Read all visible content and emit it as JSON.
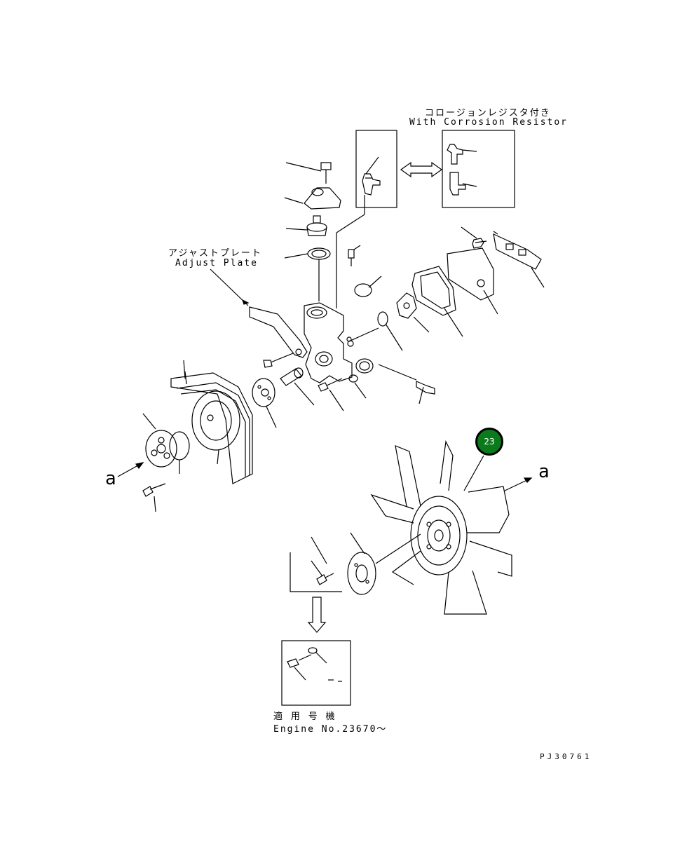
{
  "corrosion_resistor": {
    "jp": "コロージョンレジスタ付き",
    "en": "With Corrosion Resistor"
  },
  "adjust_plate": {
    "jp": "アジャストプレート",
    "en": "Adjust Plate"
  },
  "applicable": {
    "jp": "適 用 号 機",
    "en": "Engine No.23670～"
  },
  "view_marker_left": "a",
  "view_marker_right": "a",
  "part_callout": "23",
  "drawing_code": "PJ30761",
  "badge_color": "#0b7a1a"
}
